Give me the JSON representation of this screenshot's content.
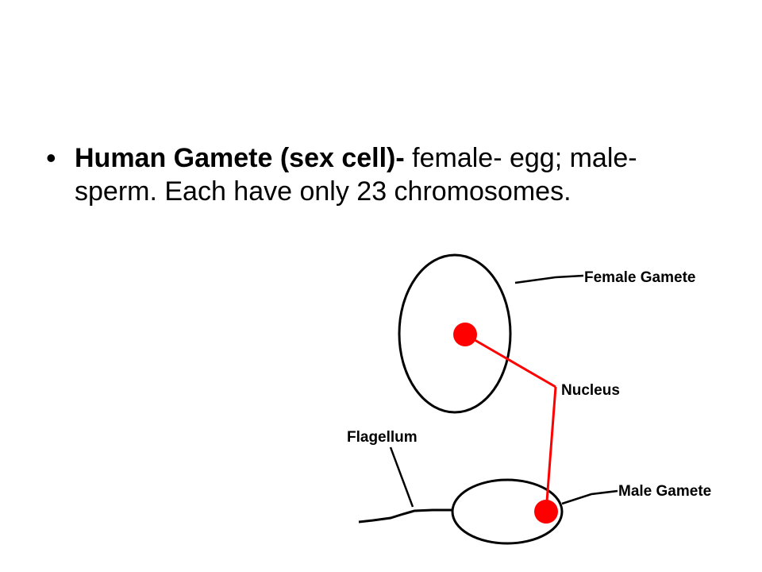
{
  "bullet": {
    "term": "Human Gamete (sex cell)-",
    "definition": " female- egg; male- sperm. Each have only 23 chromosomes."
  },
  "diagram": {
    "labels": {
      "female_gamete": "Female Gamete",
      "nucleus": "Nucleus",
      "flagellum": "Flagellum",
      "male_gamete": "Male Gamete"
    },
    "colors": {
      "nucleus": "#ff0000",
      "outline": "#000000"
    }
  }
}
